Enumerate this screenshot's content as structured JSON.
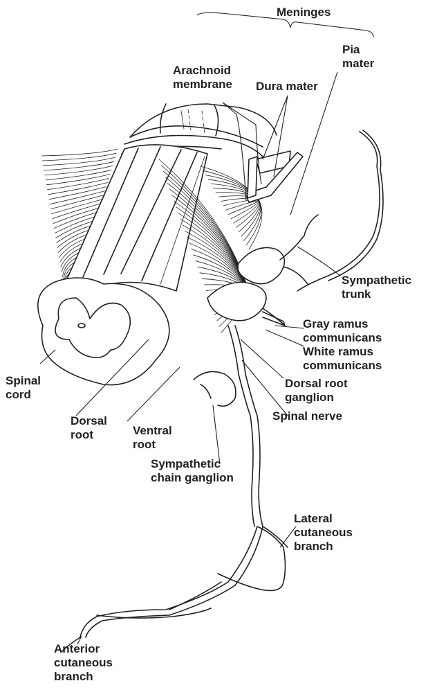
{
  "labels": {
    "meninges": "Meninges",
    "pia_mater": [
      "Pia",
      "mater"
    ],
    "arachnoid": [
      "Arachnoid",
      "membrane"
    ],
    "dura_mater": "Dura mater",
    "sympathetic_trunk": [
      "Sympathetic",
      "trunk"
    ],
    "gray_ramus": [
      "Gray ramus",
      "communicans"
    ],
    "white_ramus": [
      "White ramus",
      "communicans"
    ],
    "dorsal_root_ganglion": [
      "Dorsal root",
      "ganglion"
    ],
    "spinal_nerve": "Spinal nerve",
    "spinal_cord": [
      "Spinal",
      "cord"
    ],
    "dorsal_root": [
      "Dorsal",
      "root"
    ],
    "ventral_root": [
      "Ventral",
      "root"
    ],
    "sympathetic_chain_ganglion": [
      "Sympathetic",
      "chain ganglion"
    ],
    "lateral_cutaneous": [
      "Lateral",
      "cutaneous",
      "branch"
    ],
    "anterior_cutaneous": [
      "Anterior",
      "cutaneous",
      "branch"
    ]
  },
  "colors": {
    "ink": "#231f20",
    "background": "#ffffff"
  }
}
